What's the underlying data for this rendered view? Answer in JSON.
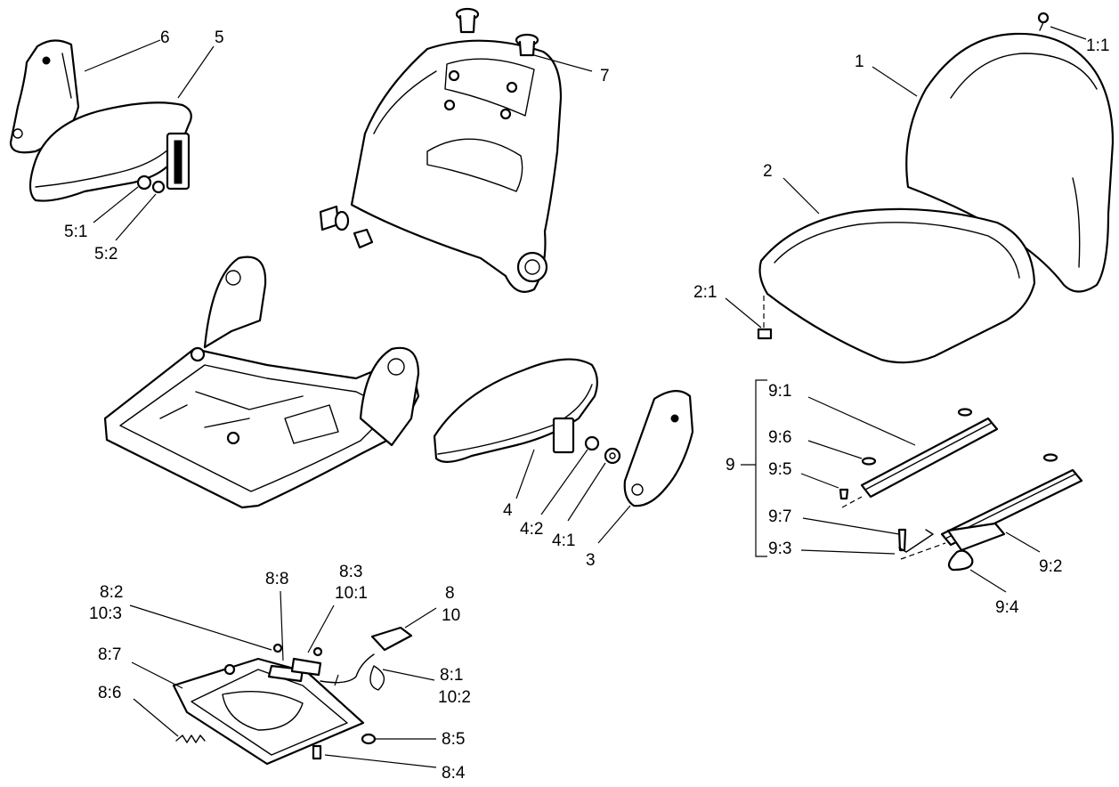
{
  "diagram": {
    "callouts": {
      "c1": "1",
      "c1_1": "1:1",
      "c2": "2",
      "c2_1": "2:1",
      "c3": "3",
      "c4": "4",
      "c4_1": "4:1",
      "c4_2": "4:2",
      "c5": "5",
      "c5_1": "5:1",
      "c5_2": "5:2",
      "c6": "6",
      "c7": "7",
      "c8": "8",
      "c10": "10",
      "c8_1": "8:1",
      "c10_2": "10:2",
      "c8_2": "8:2",
      "c10_3": "10:3",
      "c8_3": "8:3",
      "c10_1": "10:1",
      "c8_4": "8:4",
      "c8_5": "8:5",
      "c8_6": "8:6",
      "c8_7": "8:7",
      "c8_8": "8:8",
      "c9": "9",
      "c9_1": "9:1",
      "c9_2": "9:2",
      "c9_3": "9:3",
      "c9_4": "9:4",
      "c9_5": "9:5",
      "c9_6": "9:6",
      "c9_7": "9:7"
    }
  }
}
